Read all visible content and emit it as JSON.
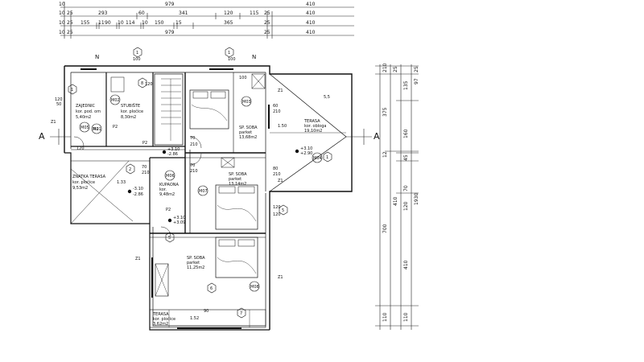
{
  "dim_rows": {
    "row1": [
      "10",
      "979",
      "410"
    ],
    "row2": [
      "10",
      "25",
      "293",
      "60",
      "341",
      "120",
      "115",
      "25",
      "410"
    ],
    "row3": [
      "10",
      "25",
      "155",
      "11",
      "90",
      "10",
      "114",
      "10",
      "150",
      "15",
      "365",
      "25",
      "410"
    ],
    "row4": [
      "10",
      "25",
      "979",
      "25",
      "410"
    ]
  },
  "right_dims": {
    "col1": [
      "210",
      "375",
      "12",
      "700",
      "110"
    ],
    "col2": [
      "25",
      "135",
      "160",
      "45",
      "70",
      "120",
      "410",
      "110"
    ],
    "col3": [
      "25",
      "97",
      "1930"
    ]
  },
  "section": {
    "left": "A",
    "right": "A"
  },
  "rooms": [
    {
      "name": "ZAJEDNIC",
      "detail": "kor. pod. om",
      "area": "5,40m2"
    },
    {
      "name": "STUBIŠTE",
      "detail": "kor. pločice",
      "area": "8,30m2"
    },
    {
      "name": "SP. SOBA",
      "detail": "parket",
      "area": "13,68m2"
    },
    {
      "name": "TERASA",
      "detail": "kor. obloga",
      "area": "19,10m2"
    },
    {
      "name": "ZNATKA TERASA",
      "detail": "kor. pločice",
      "area": "9,53m2"
    },
    {
      "name": "KUPAONA",
      "detail": "kor.",
      "area": "9,48m2"
    },
    {
      "name": "SP. SOBA",
      "detail": "parket",
      "area": "13,14m2"
    },
    {
      "name": "SP. SOBA",
      "detail": "parket",
      "area": "11,25m2"
    },
    {
      "name": "TERASA",
      "detail": "kor. pločice",
      "area": "3,62m2"
    }
  ],
  "room_tags": [
    "M01",
    "M02",
    "M03",
    "M04",
    "M05",
    "M06",
    "M07",
    "M08"
  ],
  "levels": [
    "+3.10",
    "-2.86",
    "+3.10",
    "+2.90",
    "-3.10",
    "-2.86",
    "+3.10",
    "+3.09"
  ],
  "opening_dims": [
    "120",
    "50",
    "70",
    "210",
    "70",
    "210",
    "70",
    "210",
    "60",
    "210",
    "80",
    "210",
    "120",
    "120",
    "120",
    "1.50",
    "1.33",
    "1.52",
    "5,5",
    "120",
    "100",
    "100",
    "100",
    "90"
  ],
  "wall_marks": [
    "N",
    "N",
    "Z1",
    "Z1",
    "Z1",
    "Z1",
    "Z1",
    "P2",
    "P2",
    "P2",
    "R2"
  ],
  "circle_numbers": [
    "1",
    "1",
    "1",
    "1",
    "2",
    "5",
    "5",
    "6",
    "7",
    "8"
  ]
}
